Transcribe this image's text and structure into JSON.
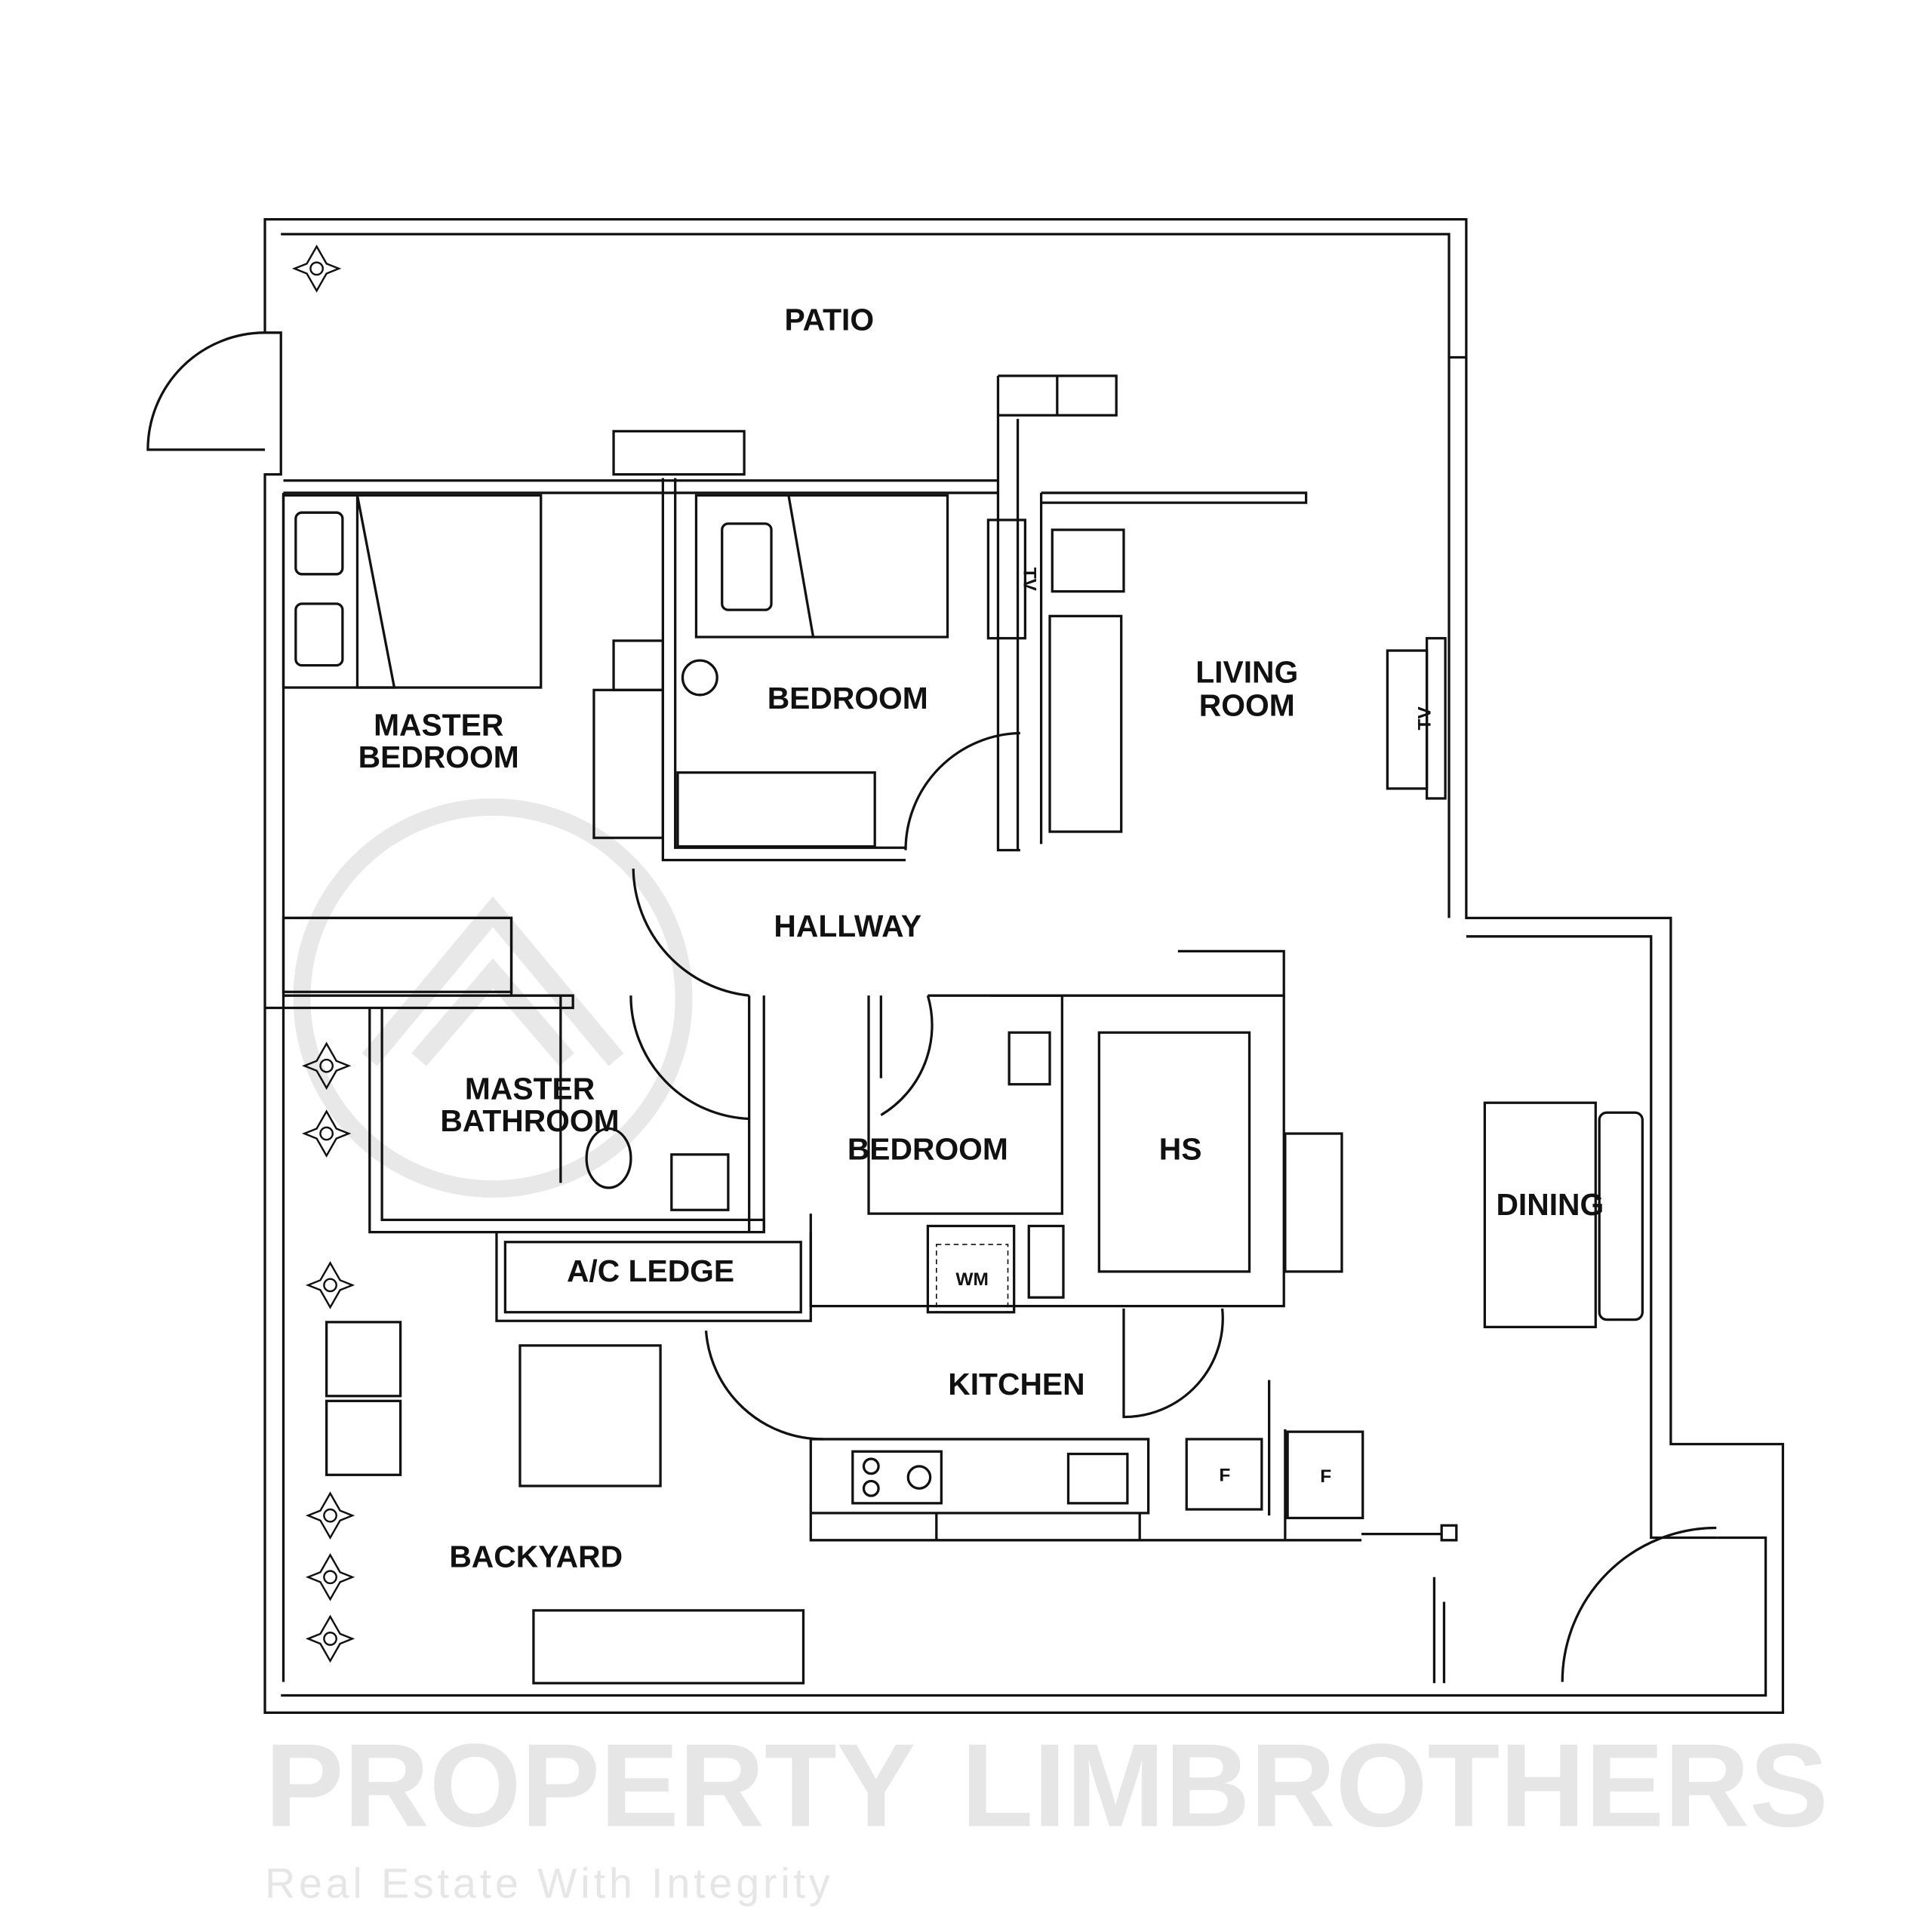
{
  "rooms": {
    "patio": "PATIO",
    "master_bedroom": [
      "MASTER",
      "BEDROOM"
    ],
    "bedroom_1": "BEDROOM",
    "living_room": [
      "LIVING",
      "ROOM"
    ],
    "hallway": "HALLWAY",
    "master_bathroom": [
      "MASTER",
      "BATHROOM"
    ],
    "bedroom_2": "BEDROOM",
    "household_shelter": "HS",
    "dining": "DINING",
    "ac_ledge": "A/C LEDGE",
    "kitchen": "KITCHEN",
    "backyard": "BACKYARD"
  },
  "fixtures": {
    "tv_1": "TV",
    "tv_2": "TV",
    "washing_machine": "WM",
    "fridge_1": "F",
    "fridge_2": "F"
  },
  "watermark": {
    "line1": "PROPERTY",
    "line2": "LIMBROTHERS",
    "tagline": "Real Estate With Integrity"
  }
}
